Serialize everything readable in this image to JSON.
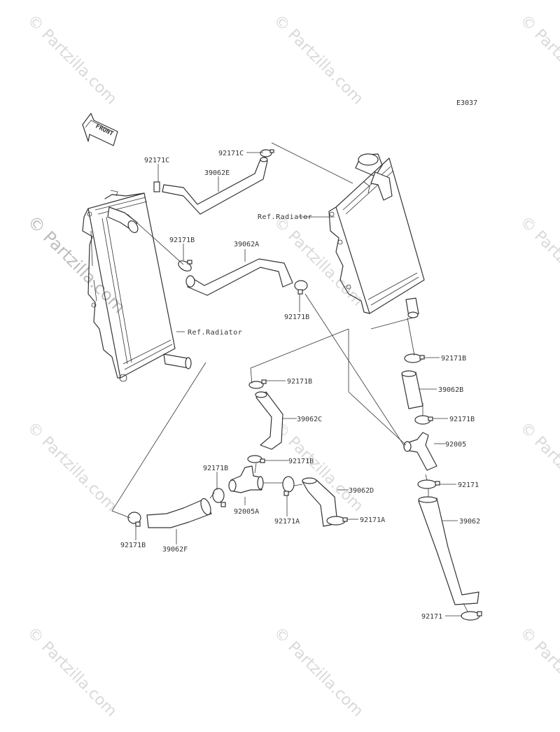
{
  "diagram_code": "E3037",
  "front_label": "FRONT",
  "watermark": "© Partzilla.com",
  "parts": {
    "clamp_c_left": "92171C",
    "clamp_c_top": "92171C",
    "hose_e": "39062E",
    "ref_radiator_right": "Ref.Radiator",
    "clamp_b_left_upper": "92171B",
    "hose_a": "39062A",
    "clamp_b_mid": "92171B",
    "ref_radiator_left": "Ref.Radiator",
    "clamp_b_right_1": "92171B",
    "hose_b": "39062B",
    "clamp_b_center_1": "92171B",
    "hose_c": "39062C",
    "clamp_b_right_2": "92171B",
    "fitting_92005": "92005",
    "clamp_b_center_2": "92171B",
    "clamp_b_lower_left": "92171B",
    "hose_d": "39062D",
    "clamp_92171_right": "92171",
    "fitting_92005a": "92005A",
    "clamp_a_1": "92171A",
    "clamp_a_2": "92171A",
    "hose_39062": "39062",
    "clamp_b_bottom": "92171B",
    "hose_f": "39062F",
    "clamp_92171_bottom": "92171"
  }
}
